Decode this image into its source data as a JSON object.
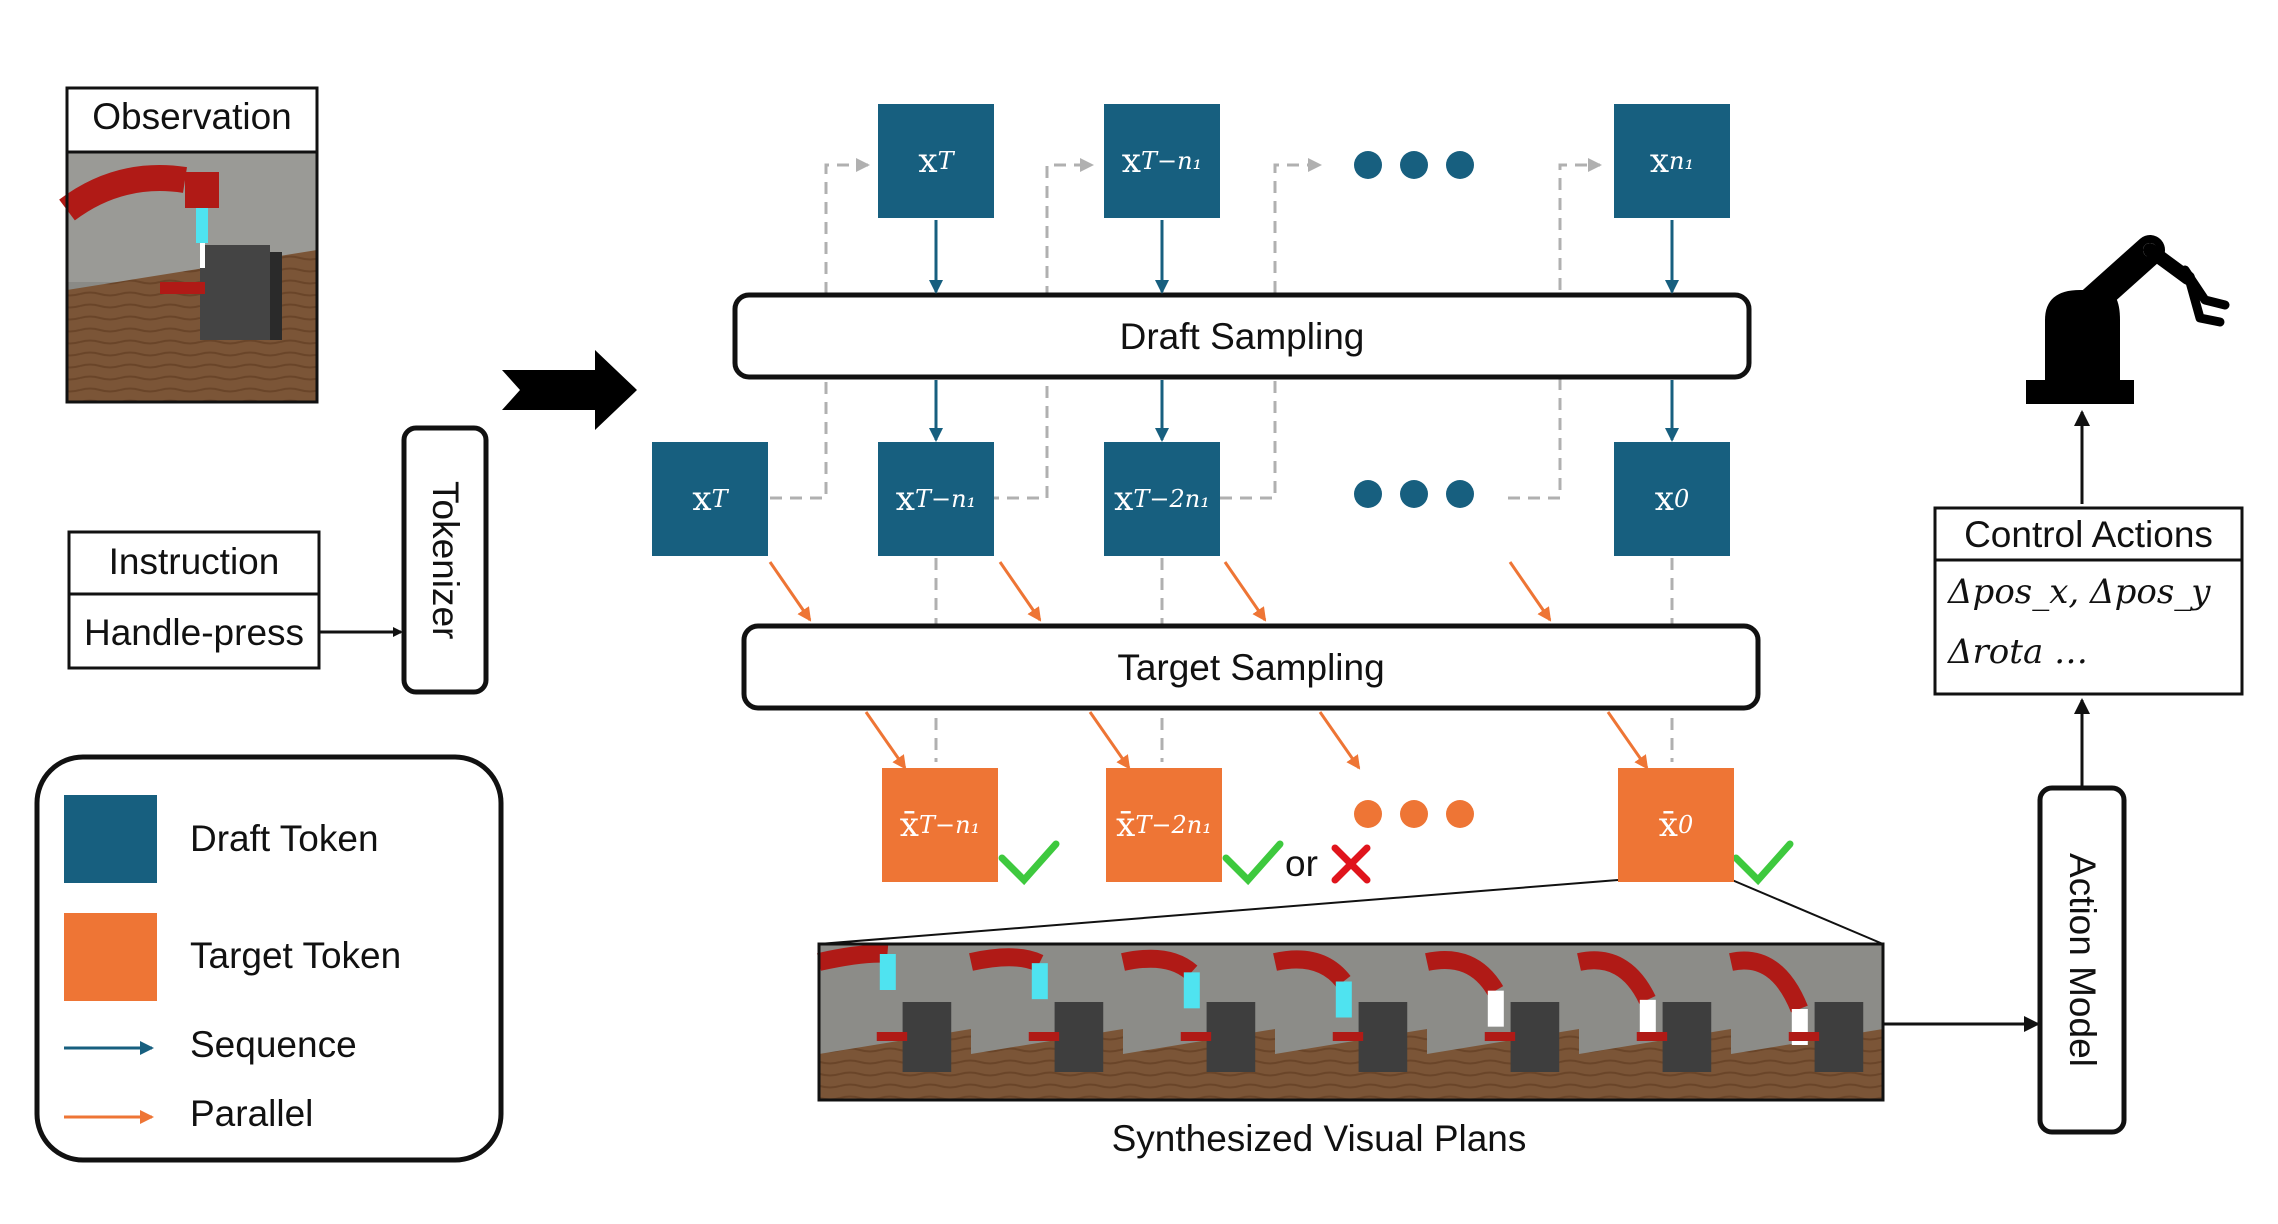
{
  "inputs": {
    "observation_label": "Observation",
    "instruction_label": "Instruction",
    "instruction_value": "Handle-press",
    "tokenizer_label": "Tokenizer"
  },
  "legend": {
    "draft_token": "Draft Token",
    "target_token": "Target Token",
    "sequence": "Sequence",
    "parallel": "Parallel"
  },
  "pipeline": {
    "draft_sampling": "Draft Sampling",
    "target_sampling": "Target Sampling",
    "row1_tokens": [
      {
        "base": "x",
        "sub": "T"
      },
      {
        "base": "x",
        "sub": "T−n₁"
      },
      {
        "base": "x",
        "sub": "n₁"
      }
    ],
    "row2_tokens": [
      {
        "base": "x",
        "sub": "T"
      },
      {
        "base": "x",
        "sub": "T−n₁"
      },
      {
        "base": "x",
        "sub": "T−2n₁"
      },
      {
        "base": "x",
        "sub": "0"
      }
    ],
    "target_tokens": [
      {
        "base": "x̄",
        "sub": "T−n₁"
      },
      {
        "base": "x̄",
        "sub": "T−2n₁"
      },
      {
        "base": "x̄",
        "sub": "0"
      }
    ],
    "or_label": "or"
  },
  "plans": {
    "caption": "Synthesized Visual Plans",
    "frame_count": 7
  },
  "action": {
    "action_model_label": "Action Model",
    "control_actions_title": "Control Actions",
    "control_line1": "Δpos_x, Δpos_y",
    "control_line2": "Δrota …"
  },
  "colors": {
    "draft": "#175f7f",
    "target": "#ee7535",
    "check": "#3ec93e",
    "cross": "#e0141c",
    "dashed_gray": "#b0b0b0",
    "arm_red": "#b01a16"
  }
}
